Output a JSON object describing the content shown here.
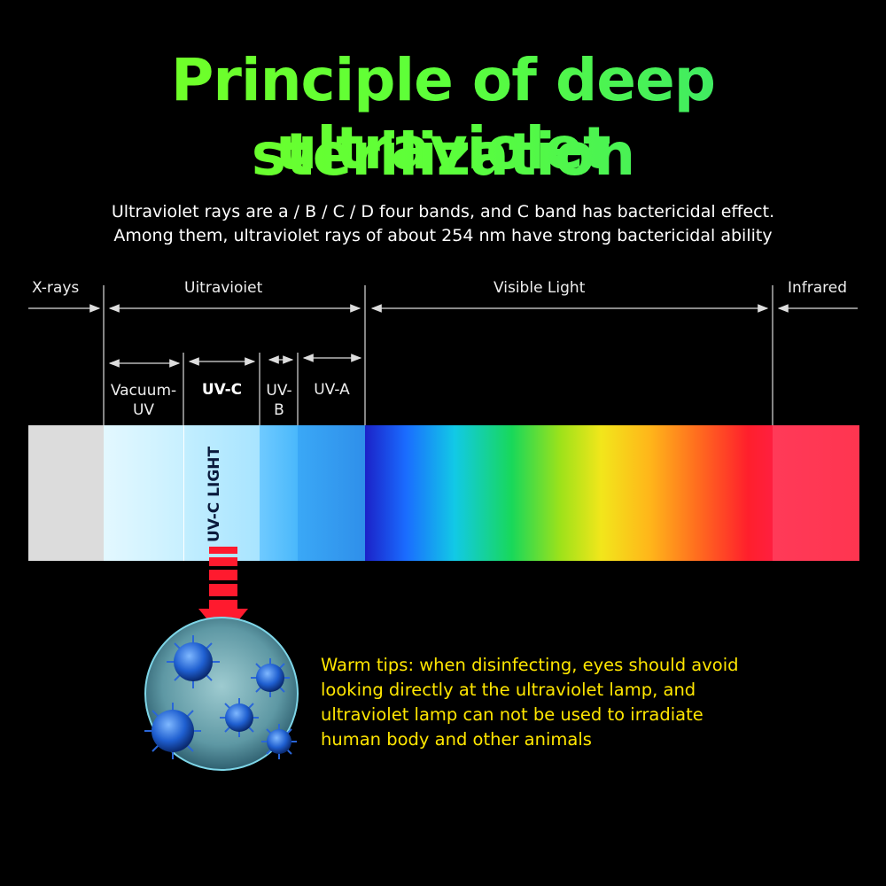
{
  "title": {
    "line1": "Principle of deep ultraviolet",
    "line2": "sterilization"
  },
  "subtitle": {
    "line1": "Ultraviolet rays are a / B / C / D four bands, and C band has bactericidal effect.",
    "line2": "Among them, ultraviolet rays of about 254 nm have strong bactericidal ability"
  },
  "spectrum": {
    "regions": {
      "xrays": "X-rays",
      "ultraviolet": "Uitravioiet",
      "visible": "Visible Light",
      "infrared": "Infrared"
    },
    "uv_bands": {
      "vacuum_line1": "Vacuum-",
      "vacuum_line2": "UV",
      "uvc": "UV-C",
      "uvb_line1": "UV-",
      "uvb_line2": "B",
      "uva": "UV-A"
    },
    "uvc_light_label": "UV-C LIGHT",
    "colors": {
      "xray": "#dcdcdc",
      "vacuum_uv": "#d4f4ff",
      "uvc": "#b8eaff",
      "uvb": "#8fd6ff",
      "uva": "#55c0ff",
      "infrared": "#ff3550",
      "arrow": "#ff1a2e"
    }
  },
  "tips": {
    "line1": "Warm tips: when disinfecting, eyes should avoid",
    "line2": "looking directly at the ultraviolet lamp, and",
    "line3": "ultraviolet lamp can not be used to irradiate",
    "line4": "human body and other animals",
    "color": "#ffe600"
  },
  "illustration": {
    "icon": "bacteria-virus-icon"
  }
}
